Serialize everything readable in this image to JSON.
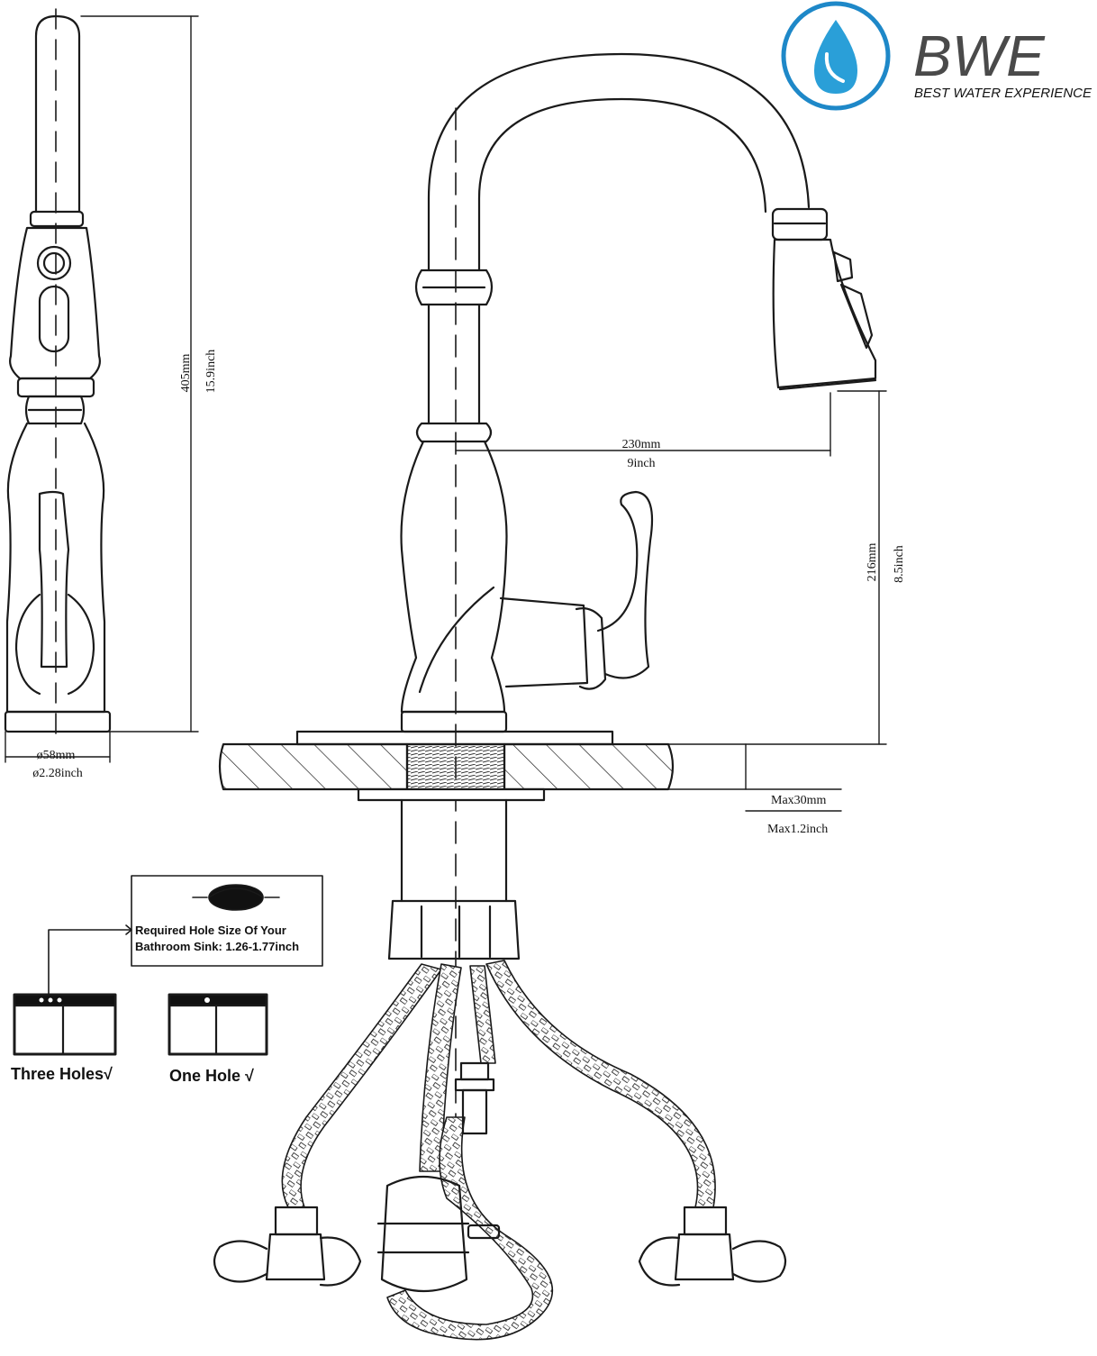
{
  "brand": {
    "name": "BWE",
    "tagline": "BEST WATER EXPERIENCE",
    "color_ring": "#1e88c8",
    "color_drop": "#2a9fd8",
    "color_text": "#4a4a4a"
  },
  "side_view": {
    "height_mm": "405mm",
    "height_inch": "15.9inch",
    "base_mm": "ø58mm",
    "base_inch": "ø2.28inch"
  },
  "front_view": {
    "reach_mm": "230mm",
    "reach_inch": "9inch",
    "spout_height_mm": "216mm",
    "spout_height_inch": "8.5inch",
    "deck_max_mm": "Max30mm",
    "deck_max_inch": "Max1.2inch"
  },
  "hole_info": {
    "line1": "Required Hole Size Of Your",
    "line2": "Bathroom Sink: 1.26-1.77inch"
  },
  "sink_options": [
    {
      "label": "Three Holes√"
    },
    {
      "label": "One Hole √"
    }
  ]
}
